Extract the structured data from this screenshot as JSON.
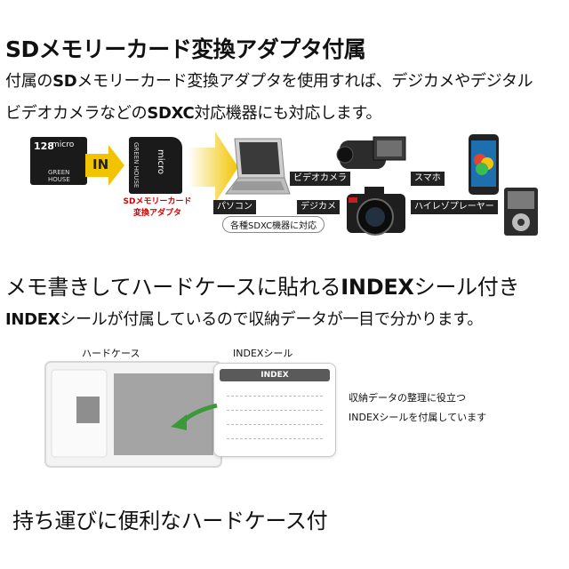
{
  "section1": {
    "title_bold": "SD",
    "title_rest": "メモリーカード変換アダプタ付属",
    "line1_pre": "付属の",
    "line1_bold": "SD",
    "line1_post": "メモリーカード変換アダプタを使用すれば、デジカメやデジタル",
    "line2_pre": "ビデオカメラなどの",
    "line2_bold": "SDXC",
    "line2_post": "対応機器にも対応します。"
  },
  "diagram1": {
    "micro_card_top": "128",
    "micro_card_brand": "GREEN HOUSE",
    "micro_card_logo": "micro",
    "arrow_label": "IN",
    "adapter_brand": "GREEN HOUSE",
    "adapter_logo": "micro",
    "adapter_caption_l1": "SDメモリーカード",
    "adapter_caption_l2": "変換アダプタ",
    "label_pc": "パソコン",
    "label_video": "ビデオカメラ",
    "label_digicam": "デジカメ",
    "label_smartphone": "スマホ",
    "label_player": "ハイレゾプレーヤー",
    "pill_sdxc": "各種SDXC機器に対応"
  },
  "section2": {
    "title": "メモ書きしてハードケースに貼れる",
    "title_bold": "INDEX",
    "title_post": "シール付き",
    "line_bold": "INDEX",
    "line_post": "シールが付属しているので収納データが一目で分かります。"
  },
  "diagram2": {
    "case_label": "ハードケース",
    "sticker_label": "INDEXシール",
    "sticker_header": "INDEX",
    "note_l1": "収納データの整理に役立つ",
    "note_l2": "INDEXシールを付属しています"
  },
  "section3": {
    "title": "持ち運びに便利なハードケース付"
  },
  "colors": {
    "arrow_yellow": "#f2c400",
    "caption_red": "#d40000",
    "note_green": "#3a9a3a"
  }
}
